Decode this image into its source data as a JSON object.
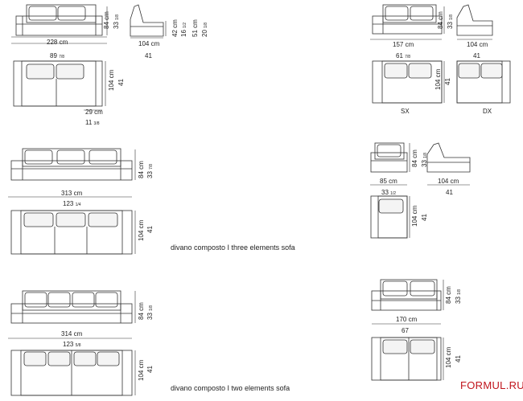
{
  "brand": "FORMUL.RU",
  "captions": {
    "three": "divano composto  I  three elements sofa",
    "two": "divano composto  I  two elements sofa"
  },
  "top_left": {
    "height_cm": "84 cm",
    "height_in": "33",
    "height_in_frac": "1/8",
    "width_cm": "228 cm",
    "width_in": "89",
    "width_in_frac": "7/8",
    "depth_cm": "104 cm",
    "depth_in": "41",
    "side_depth_cm": "104 cm",
    "side_depth_in": "41",
    "seat_h1_cm": "42 cm",
    "seat_h1_in": "16",
    "seat_h1_frac": "1/2",
    "seat_h2_cm": "51 cm",
    "seat_h2_in": "20",
    "seat_h2_frac": "1/8",
    "arm_cm": "29 cm",
    "arm_in": "11",
    "arm_in_frac": "3/8"
  },
  "three": {
    "height_cm": "84 cm",
    "height_in": "33",
    "height_in_frac": "7/8",
    "width_cm": "313 cm",
    "width_in": "123",
    "width_in_frac": "1/4",
    "depth_cm": "104 cm",
    "depth_in": "41"
  },
  "four": {
    "height_cm": "84 cm",
    "height_in": "33",
    "height_in_frac": "1/8",
    "width_cm": "314 cm",
    "width_in": "123",
    "width_in_frac": "5/8",
    "depth_cm": "104 cm",
    "depth_in": "41"
  },
  "right_top": {
    "height_cm": "84 cm",
    "height_in": "33",
    "height_in_frac": "1/8",
    "width_cm": "157 cm",
    "width_in": "61",
    "width_in_frac": "7/8",
    "side_cm": "104 cm",
    "side_in": "41",
    "depth_cm": "104 cm",
    "depth_in": "41",
    "sx": "SX",
    "dx": "DX"
  },
  "armchair": {
    "height_cm": "84 cm",
    "height_in": "33",
    "height_in_frac": "1/8",
    "width_cm": "85 cm",
    "width_in": "33",
    "width_in_frac": "1/2",
    "side_cm": "104 cm",
    "side_in": "41",
    "depth_cm": "104 cm",
    "depth_in": "41"
  },
  "right_bottom": {
    "height_cm": "84 cm",
    "height_in": "33",
    "height_in_frac": "1/8",
    "width_cm": "170 cm",
    "width_in": "67",
    "depth_cm": "104 cm",
    "depth_in": "41"
  }
}
